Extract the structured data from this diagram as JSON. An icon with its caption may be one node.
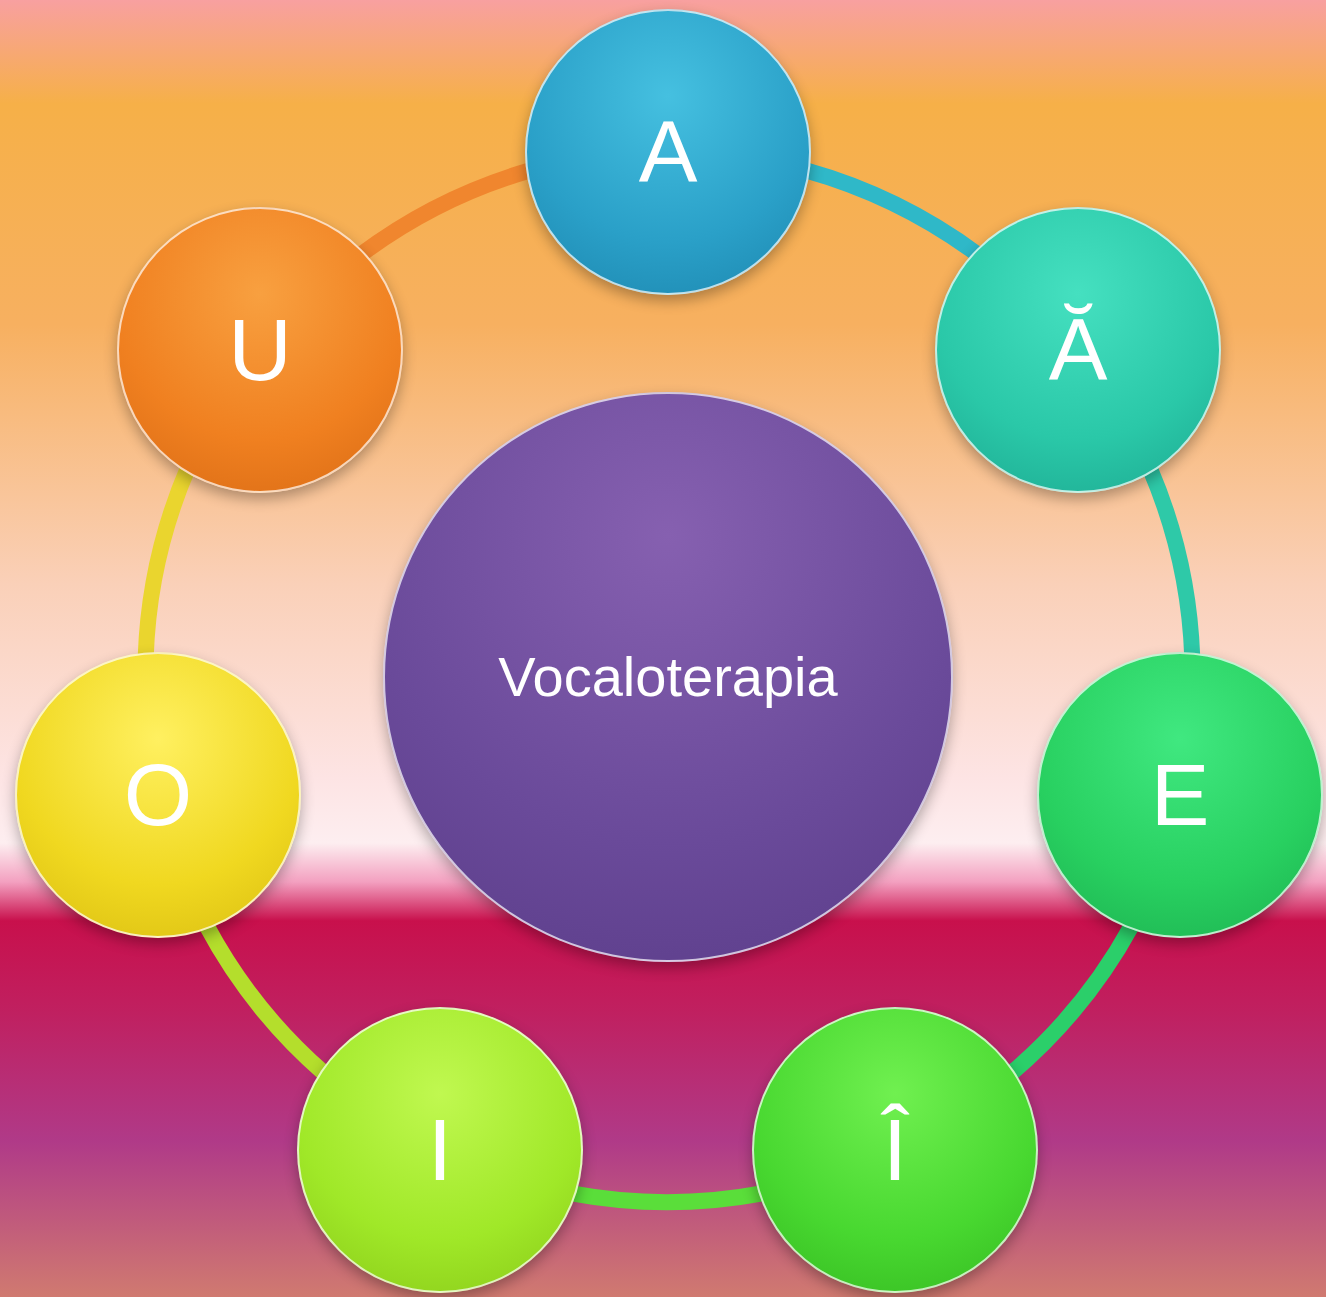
{
  "diagram": {
    "nodes": [
      {
        "text": [
          "Vocaloterapia"
        ]
      },
      {
        "text": [
          "A"
        ]
      },
      {
        "text": [
          "Ă"
        ]
      },
      {
        "text": [
          "E"
        ]
      },
      {
        "text": [
          "Î"
        ]
      },
      {
        "text": [
          "I"
        ]
      },
      {
        "text": [
          "O"
        ]
      },
      {
        "text": [
          "U"
        ]
      }
    ],
    "edges": [
      {
        "from": 1,
        "to": 2,
        "arrow": "none",
        "color": "#2fb8c8"
      },
      {
        "from": 2,
        "to": 3,
        "arrow": "none",
        "color": "#2ec9a8"
      },
      {
        "from": 3,
        "to": 4,
        "arrow": "none",
        "color": "#2bcf6a"
      },
      {
        "from": 4,
        "to": 5,
        "arrow": "none",
        "color": "#5ade3a"
      },
      {
        "from": 5,
        "to": 6,
        "arrow": "none",
        "color": "#b4de2c"
      },
      {
        "from": 6,
        "to": 7,
        "arrow": "none",
        "color": "#ead52e"
      },
      {
        "from": 7,
        "to": 1,
        "arrow": "none",
        "color": "#f0862e"
      }
    ]
  }
}
